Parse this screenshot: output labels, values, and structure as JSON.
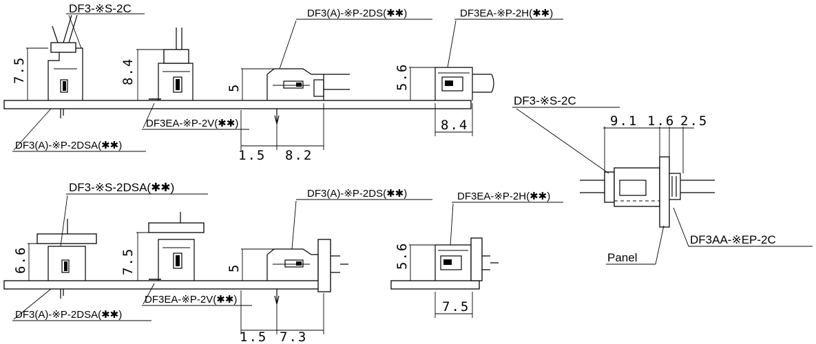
{
  "top_row": {
    "label_s2c": "DF3-※S-2C",
    "label_p2ds": "DF3(A)-※P-2DS(✱✱)",
    "label_p2h": "DF3EA-※P-2H(✱✱)",
    "label_p2v": "DF3EA-※P-2V(✱✱)",
    "label_p2dsa": "DF3(A)-※P-2DSA(✱✱)",
    "dim_7_5": "7.5",
    "dim_8_4_v": "8.4",
    "dim_5": "5",
    "dim_5_6": "5.6",
    "dim_8_4_h": "8.4",
    "dim_1_5": "1.5",
    "dim_8_2": "8.2"
  },
  "bottom_row": {
    "label_s2dsa": "DF3-※S-2DSA(✱✱)",
    "label_p2ds": "DF3(A)-※P-2DS(✱✱)",
    "label_p2h": "DF3EA-※P-2H(✱✱)",
    "label_p2v": "DF3EA-※P-2V(✱✱)",
    "label_p2dsa": "DF3(A)-※P-2DSA(✱✱)",
    "dim_6_6": "6.6",
    "dim_7_5_v": "7.5",
    "dim_5": "5",
    "dim_5_6": "5.6",
    "dim_7_5_h": "7.5",
    "dim_1_5": "1.5",
    "dim_7_3": "7.3"
  },
  "panel_view": {
    "label_s2c": "DF3-※S-2C",
    "label_ep2c": "DF3AA-※EP-2C",
    "label_panel": "Panel",
    "dim_9_1": "9.1",
    "dim_1_6": "1.6",
    "dim_2_5": "2.5"
  }
}
